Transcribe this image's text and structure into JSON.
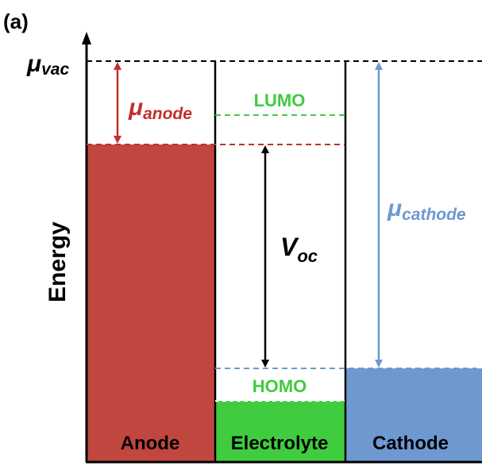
{
  "panel_label": "(a)",
  "y_axis_label": "Energy",
  "labels": {
    "mu": "μ",
    "vac_sub": "vac",
    "anode_sub": "anode",
    "cathode_sub": "cathode",
    "v": "V",
    "oc_sub": "oc",
    "lumo": "LUMO",
    "homo": "HOMO"
  },
  "blocks": {
    "anode": "Anode",
    "electrolyte": "Electrolyte",
    "cathode": "Cathode"
  },
  "colors": {
    "anode": "#c0463f",
    "electrolyte": "#3fcc3f",
    "cathode": "#6e98d0",
    "mu_anode": "#c0312c",
    "mu_cathode": "#6e98d0",
    "lumo_homo": "#3fcc3f",
    "axis": "#000000"
  }
}
